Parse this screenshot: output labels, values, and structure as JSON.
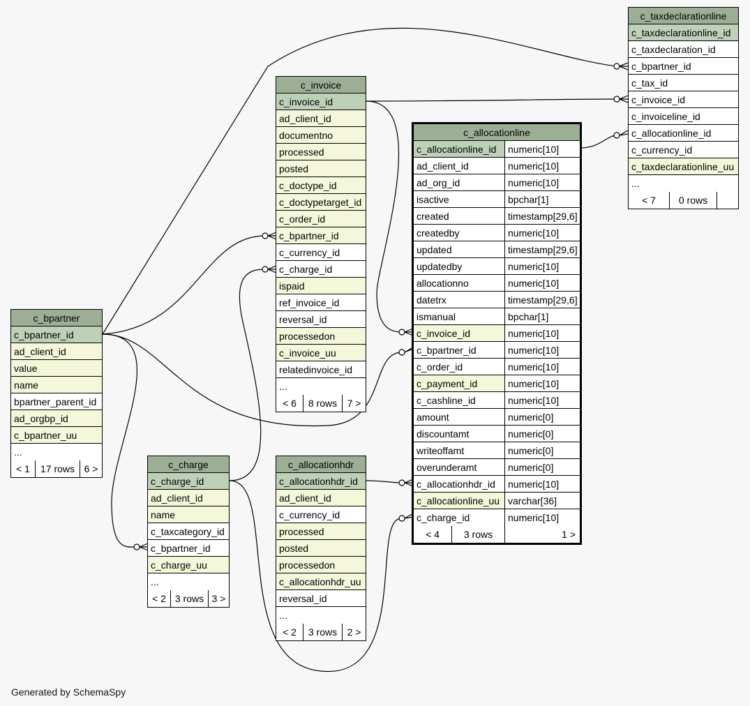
{
  "diagram": {
    "footer": "Generated by SchemaSpy",
    "tables": {
      "c_taxdeclarationline": {
        "title": "c_taxdeclarationline",
        "columns": [
          {
            "name": "c_taxdeclarationline_id",
            "kind": "pk"
          },
          {
            "name": "c_taxdeclaration_id",
            "kind": "plain"
          },
          {
            "name": "c_bpartner_id",
            "kind": "plain"
          },
          {
            "name": "c_tax_id",
            "kind": "plain"
          },
          {
            "name": "c_invoice_id",
            "kind": "plain"
          },
          {
            "name": "c_invoiceline_id",
            "kind": "plain"
          },
          {
            "name": "c_allocationline_id",
            "kind": "plain"
          },
          {
            "name": "c_currency_id",
            "kind": "plain"
          },
          {
            "name": "c_taxdeclarationline_uu",
            "kind": "idx"
          },
          {
            "name": "...",
            "kind": "plain"
          }
        ],
        "footer": [
          "< 7",
          "0 rows",
          ""
        ]
      },
      "c_invoice": {
        "title": "c_invoice",
        "columns": [
          {
            "name": "c_invoice_id",
            "kind": "pk"
          },
          {
            "name": "ad_client_id",
            "kind": "idx"
          },
          {
            "name": "documentno",
            "kind": "idx"
          },
          {
            "name": "processed",
            "kind": "idx"
          },
          {
            "name": "posted",
            "kind": "idx"
          },
          {
            "name": "c_doctype_id",
            "kind": "idx"
          },
          {
            "name": "c_doctypetarget_id",
            "kind": "idx"
          },
          {
            "name": "c_order_id",
            "kind": "idx"
          },
          {
            "name": "c_bpartner_id",
            "kind": "idx"
          },
          {
            "name": "c_currency_id",
            "kind": "plain"
          },
          {
            "name": "c_charge_id",
            "kind": "plain"
          },
          {
            "name": "ispaid",
            "kind": "idx"
          },
          {
            "name": "ref_invoice_id",
            "kind": "plain"
          },
          {
            "name": "reversal_id",
            "kind": "plain"
          },
          {
            "name": "processedon",
            "kind": "idx"
          },
          {
            "name": "c_invoice_uu",
            "kind": "idx"
          },
          {
            "name": "relatedinvoice_id",
            "kind": "plain"
          },
          {
            "name": "...",
            "kind": "plain"
          }
        ],
        "footer": [
          "< 6",
          "8 rows",
          "7 >"
        ]
      },
      "c_allocationline": {
        "title": "c_allocationline",
        "columns": [
          {
            "name": "c_allocationline_id",
            "type": "numeric[10]",
            "kind": "pk"
          },
          {
            "name": "ad_client_id",
            "type": "numeric[10]",
            "kind": "plain"
          },
          {
            "name": "ad_org_id",
            "type": "numeric[10]",
            "kind": "plain"
          },
          {
            "name": "isactive",
            "type": "bpchar[1]",
            "kind": "plain"
          },
          {
            "name": "created",
            "type": "timestamp[29,6]",
            "kind": "plain"
          },
          {
            "name": "createdby",
            "type": "numeric[10]",
            "kind": "plain"
          },
          {
            "name": "updated",
            "type": "timestamp[29,6]",
            "kind": "plain"
          },
          {
            "name": "updatedby",
            "type": "numeric[10]",
            "kind": "plain"
          },
          {
            "name": "allocationno",
            "type": "numeric[10]",
            "kind": "plain"
          },
          {
            "name": "datetrx",
            "type": "timestamp[29,6]",
            "kind": "plain"
          },
          {
            "name": "ismanual",
            "type": "bpchar[1]",
            "kind": "plain"
          },
          {
            "name": "c_invoice_id",
            "type": "numeric[10]",
            "kind": "idx"
          },
          {
            "name": "c_bpartner_id",
            "type": "numeric[10]",
            "kind": "plain"
          },
          {
            "name": "c_order_id",
            "type": "numeric[10]",
            "kind": "plain"
          },
          {
            "name": "c_payment_id",
            "type": "numeric[10]",
            "kind": "idx"
          },
          {
            "name": "c_cashline_id",
            "type": "numeric[10]",
            "kind": "plain"
          },
          {
            "name": "amount",
            "type": "numeric[0]",
            "kind": "plain"
          },
          {
            "name": "discountamt",
            "type": "numeric[0]",
            "kind": "plain"
          },
          {
            "name": "writeoffamt",
            "type": "numeric[0]",
            "kind": "plain"
          },
          {
            "name": "overunderamt",
            "type": "numeric[0]",
            "kind": "plain"
          },
          {
            "name": "c_allocationhdr_id",
            "type": "numeric[10]",
            "kind": "plain"
          },
          {
            "name": "c_allocationline_uu",
            "type": "varchar[36]",
            "kind": "idx"
          },
          {
            "name": "c_charge_id",
            "type": "numeric[10]",
            "kind": "plain"
          }
        ],
        "footer": [
          "< 4",
          "3 rows",
          "1 >"
        ]
      },
      "c_bpartner": {
        "title": "c_bpartner",
        "columns": [
          {
            "name": "c_bpartner_id",
            "kind": "pk"
          },
          {
            "name": "ad_client_id",
            "kind": "idx"
          },
          {
            "name": "value",
            "kind": "idx"
          },
          {
            "name": "name",
            "kind": "idx"
          },
          {
            "name": "bpartner_parent_id",
            "kind": "plain"
          },
          {
            "name": "ad_orgbp_id",
            "kind": "idx"
          },
          {
            "name": "c_bpartner_uu",
            "kind": "idx"
          },
          {
            "name": "...",
            "kind": "plain"
          }
        ],
        "footer": [
          "< 1",
          "17 rows",
          "6 >"
        ]
      },
      "c_charge": {
        "title": "c_charge",
        "columns": [
          {
            "name": "c_charge_id",
            "kind": "pk"
          },
          {
            "name": "ad_client_id",
            "kind": "idx"
          },
          {
            "name": "name",
            "kind": "idx"
          },
          {
            "name": "c_taxcategory_id",
            "kind": "plain"
          },
          {
            "name": "c_bpartner_id",
            "kind": "plain"
          },
          {
            "name": "c_charge_uu",
            "kind": "idx"
          },
          {
            "name": "...",
            "kind": "plain"
          }
        ],
        "footer": [
          "< 2",
          "3 rows",
          "3 >"
        ]
      },
      "c_allocationhdr": {
        "title": "c_allocationhdr",
        "columns": [
          {
            "name": "c_allocationhdr_id",
            "kind": "pk"
          },
          {
            "name": "ad_client_id",
            "kind": "idx"
          },
          {
            "name": "c_currency_id",
            "kind": "plain"
          },
          {
            "name": "processed",
            "kind": "idx"
          },
          {
            "name": "posted",
            "kind": "idx"
          },
          {
            "name": "processedon",
            "kind": "idx"
          },
          {
            "name": "c_allocationhdr_uu",
            "kind": "idx"
          },
          {
            "name": "reversal_id",
            "kind": "plain"
          },
          {
            "name": "...",
            "kind": "plain"
          }
        ],
        "footer": [
          "< 2",
          "3 rows",
          "2 >"
        ]
      }
    }
  }
}
